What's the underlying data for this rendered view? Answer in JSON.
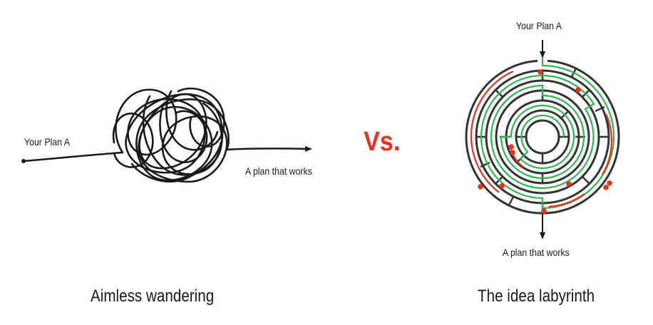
{
  "left": {
    "start_label": "Your Plan A",
    "end_label": "A plan that works",
    "caption": "Aimless wandering"
  },
  "separator": "Vs.",
  "right": {
    "start_label": "Your Plan A",
    "end_label": "A plan that works",
    "caption": "The idea labyrinth"
  },
  "colors": {
    "ink": "#1a1a1a",
    "vs_red": "#e8311f",
    "maze_wall": "#333333",
    "success_path": "#2db84a",
    "dead_end_path": "#e8311f"
  }
}
